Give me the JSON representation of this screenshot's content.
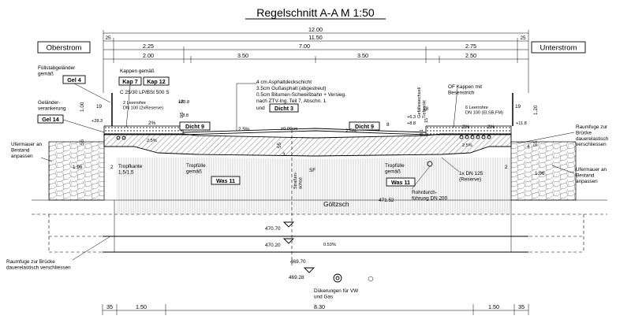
{
  "title": "Regelschnitt A-A   M 1:50",
  "sides": {
    "left": "Oberstrom",
    "right": "Unterstrom"
  },
  "top_dims": {
    "total": "12.00",
    "inner": "11.50",
    "edge_left": "25",
    "edge_right": "25",
    "row2": [
      "2.25",
      "7.00",
      "2.75"
    ],
    "row3": [
      "2.00",
      "3.50",
      "3.50",
      "2.50"
    ]
  },
  "bottom_dims": [
    "35",
    "1.50",
    "8.30",
    "1.50",
    "35"
  ],
  "labels": {
    "fuellstab": "Füllstabgeländer\ngemäß",
    "gel4": "Gel 4",
    "kappen": "Kappen gemäß",
    "kap7": "Kap 7",
    "kap12": "Kap 12",
    "concrete": "C 25/30 LP/BSt 500 S",
    "leerrohre_left": "2 Leerrohre\nDN 100 (2xReserve)",
    "gelaender": "Geländer-\nverankerung",
    "gel14": "Gel 14",
    "belag1": "4 cm Asphaltdeckschicht",
    "belag2": "3.5cm Gußasphalt (abgestreut)",
    "belag3": "0.5cm Bitumen-Schweißbahn + Versieg.",
    "belag4": "nach ZTV-Ing. Teil 7, Abschn. 1",
    "belag5": "und",
    "dicht3": "Dicht 3",
    "dicht9a": "Dicht 9",
    "dicht9b": "Dicht 9",
    "gefaelle": "Gefällewechsel/\nTiefpunkt",
    "of_kappen": "OF Kappen mit\nBesenstrich",
    "leerrohre_right": "6 Leerrohre\nDN 100 (El,SB,FM)",
    "raumfuge_right": "Raumfuge zur\nBrücke\ndauerelastisch\nverschliessen",
    "ufermauer_left": "Ufermauer an\nBestand\nanpassen",
    "ufermauer_right": "Ufermauer an\nBestand\nanpassen",
    "tropfkante": "Tropfkante\n1,5/1,5",
    "tropfuelle_left": "Tropfülle\ngemäß",
    "was11a": "Was 11",
    "tropfuelle_right": "Tropfülle\ngemäß",
    "was11b": "Was 11",
    "dn125": "1x DN 125\n(Reserve)",
    "rohrdurch": "Rohrdurch-\nführung DN 200",
    "strassen": "Straßen-\nachse",
    "sf": "SF",
    "goeltzsch": "Göltzsch",
    "raumfuge_left": "Raumfuge zur Brücke\ndauerelastisch verschliessen",
    "duekerung": "Dükerungen für  VW\nund Gas"
  },
  "levels": {
    "l4703": "+23.8",
    "l88": "+8.8",
    "l283": "+28.3",
    "l000": "±0.00cm",
    "l63": "+6.3",
    "l88b": "+8.8",
    "l118": "+11.8",
    "w47152": "471.52",
    "w47070a": "470.70",
    "w47020": "470.20",
    "w46970": "469.70",
    "w46928": "469.28"
  },
  "slopes": {
    "s1": "2%",
    "s2": "2.5%",
    "s3": "2.5%",
    "s4": "2%",
    "s5": "2%",
    "s6": "0.53%",
    "s_small_l": "2,5%",
    "s_small_r": "2,5%"
  },
  "small_dims": {
    "d19a": "19",
    "d100": "1.00",
    "d55a": "55",
    "d18a": "18",
    "d15": "1.5",
    "d196a": "1.96",
    "d2a": "2",
    "d55b": "55",
    "d3": "3",
    "d8": "8",
    "d18b": "18",
    "d15b": "15",
    "d81": "8.1",
    "d19b": "19",
    "d120": "1.20",
    "d55c": "55",
    "d4": "4",
    "d2b": "2",
    "d196b": "1.96"
  }
}
